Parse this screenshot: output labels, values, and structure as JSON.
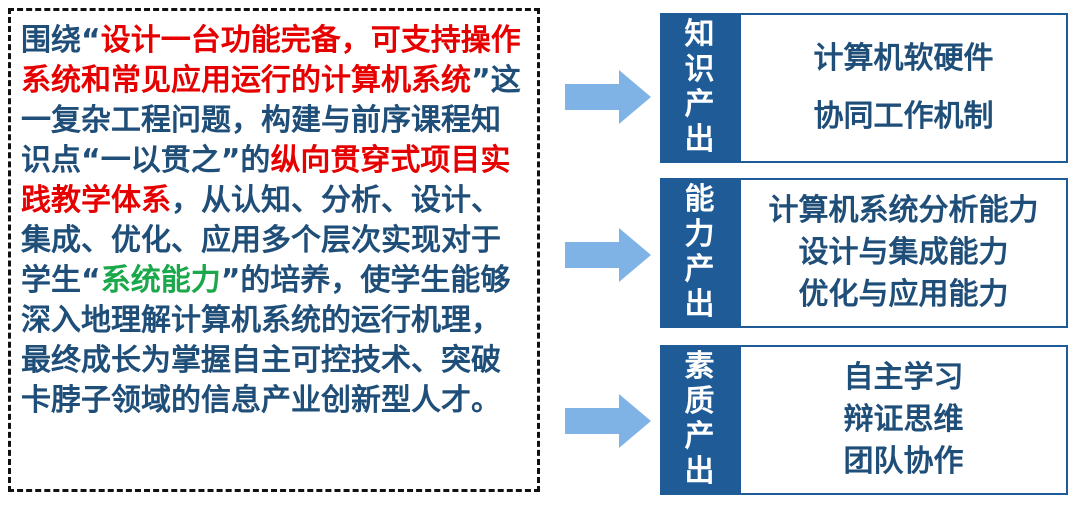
{
  "description": {
    "segments": [
      {
        "text": "围绕“",
        "style": "normal"
      },
      {
        "text": "设计一台功能完备，可支持操作系统和常见应用运行的计算机系统",
        "style": "red"
      },
      {
        "text": "”这一复杂工程问题，构建与前序课程知识点“一以贯之”的",
        "style": "normal"
      },
      {
        "text": "纵向贯穿式项目实践教学体系",
        "style": "red"
      },
      {
        "text": "，从认知、分析、设计、集成、优化、应用多个层次实现对于学生“",
        "style": "normal"
      },
      {
        "text": "系统能力",
        "style": "green"
      },
      {
        "text": "”的培养，使学生能够深入地理解计算机系统的运行机理，最终成长为掌握自主可控技术、突破卡脖子领域的信息产业创新型人才。",
        "style": "normal"
      }
    ]
  },
  "outputs": [
    {
      "label_chars": [
        "知",
        "识",
        "产",
        "出"
      ],
      "items": [
        "计算机软硬件",
        "协同工作机制"
      ]
    },
    {
      "label_chars": [
        "能",
        "力",
        "产",
        "出"
      ],
      "items": [
        "计算机系统分析能力",
        "设计与集成能力",
        "优化与应用能力"
      ]
    },
    {
      "label_chars": [
        "素",
        "质",
        "产",
        "出"
      ],
      "items": [
        "自主学习",
        "辩证思维",
        "团队协作"
      ]
    }
  ],
  "colors": {
    "text_blue": "#1f4e79",
    "highlight_red": "#e60000",
    "highlight_green": "#1aa84a",
    "tab_blue": "#1f5b96",
    "arrow_blue": "#7fb3e6"
  }
}
